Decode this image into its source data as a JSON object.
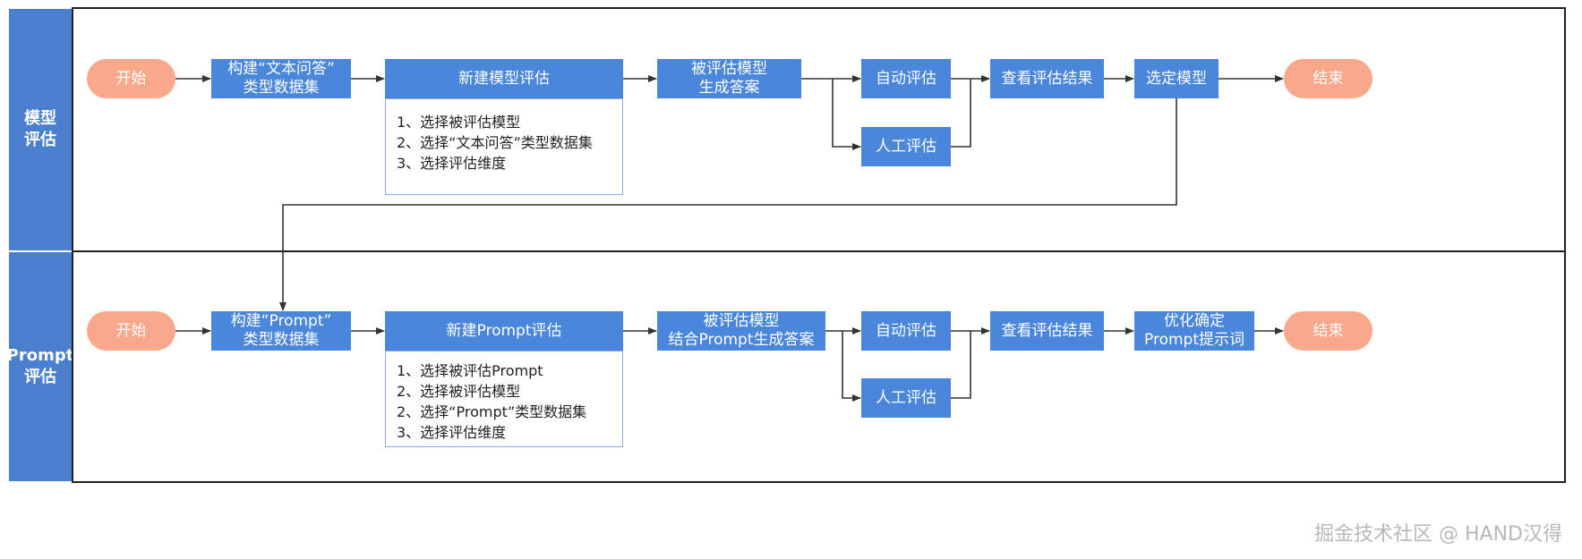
{
  "lanes": [
    {
      "label": "模型\n评估",
      "nodes": {
        "start": "开始",
        "build_dataset": "构建“文本问答”\n类型数据集",
        "new_eval": "新建模型评估",
        "generate": "被评估模型\n生成答案",
        "auto_eval": "自动评估",
        "manual_eval": "人工评估",
        "view_results": "查看评估结果",
        "select": "选定模型",
        "end": "结束"
      },
      "details": [
        "1、选择被评估模型",
        "2、选择“文本问答”类型数据集",
        "3、选择评估维度"
      ]
    },
    {
      "label": "Prompt\n评估",
      "nodes": {
        "start": "开始",
        "build_dataset": "构建“Prompt”\n类型数据集",
        "new_eval": "新建Prompt评估",
        "generate": "被评估模型\n结合Prompt生成答案",
        "auto_eval": "自动评估",
        "manual_eval": "人工评估",
        "view_results": "查看评估结果",
        "select": "优化确定\nPrompt提示词",
        "end": "结束"
      },
      "details": [
        "1、选择被评估Prompt",
        "2、选择被评估模型",
        "2、选择“Prompt”类型数据集",
        "3、选择评估维度"
      ]
    }
  ],
  "colors": {
    "step": "#4a86d9",
    "terminal": "#f9a88c",
    "lane_label": "#4a7fcf"
  },
  "watermark": "掘金技术社区 @ HAND汉得"
}
